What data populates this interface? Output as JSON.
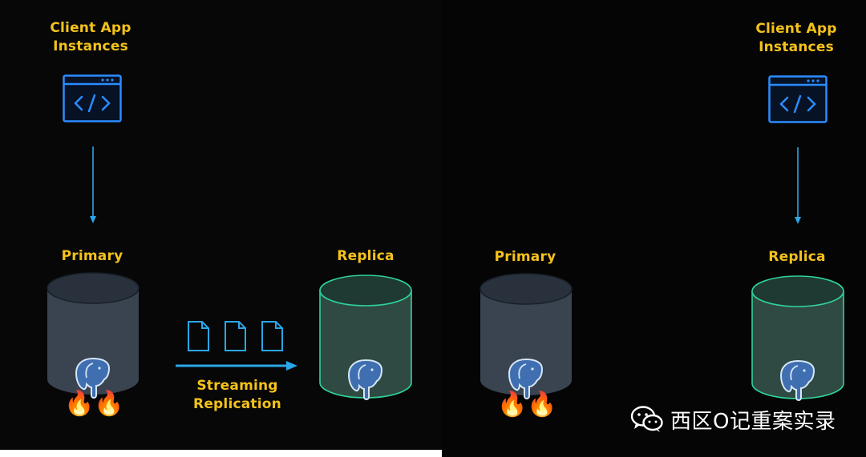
{
  "left_panel": {
    "client_label_line1": "Client App",
    "client_label_line2": "Instances",
    "primary_label": "Primary",
    "replica_label": "Replica",
    "streaming_label_line1": "Streaming",
    "streaming_label_line2": "Replication",
    "primary_badge": "🔥🔥"
  },
  "right_panel": {
    "client_label_line1": "Client App",
    "client_label_line2": "Instances",
    "primary_label": "Primary",
    "replica_label": "Replica",
    "primary_badge": "🔥🔥"
  },
  "watermark": {
    "text": "西区O记重案实录"
  },
  "colors": {
    "label": "#f4c21b",
    "primary_db_fill": "#3a4350",
    "replica_db_fill": "#2f4a42",
    "replica_db_stroke": "#2fd39a",
    "arrow": "#2aa7e8",
    "client_icon": "#2b8cff",
    "postgres_icon": "#4b8fd6"
  },
  "icons": {
    "client": "code-window-icon",
    "database": "postgres-elephant-icon",
    "wal": "document-icon",
    "fire": "fire-icon",
    "watermark": "wechat-icon"
  }
}
